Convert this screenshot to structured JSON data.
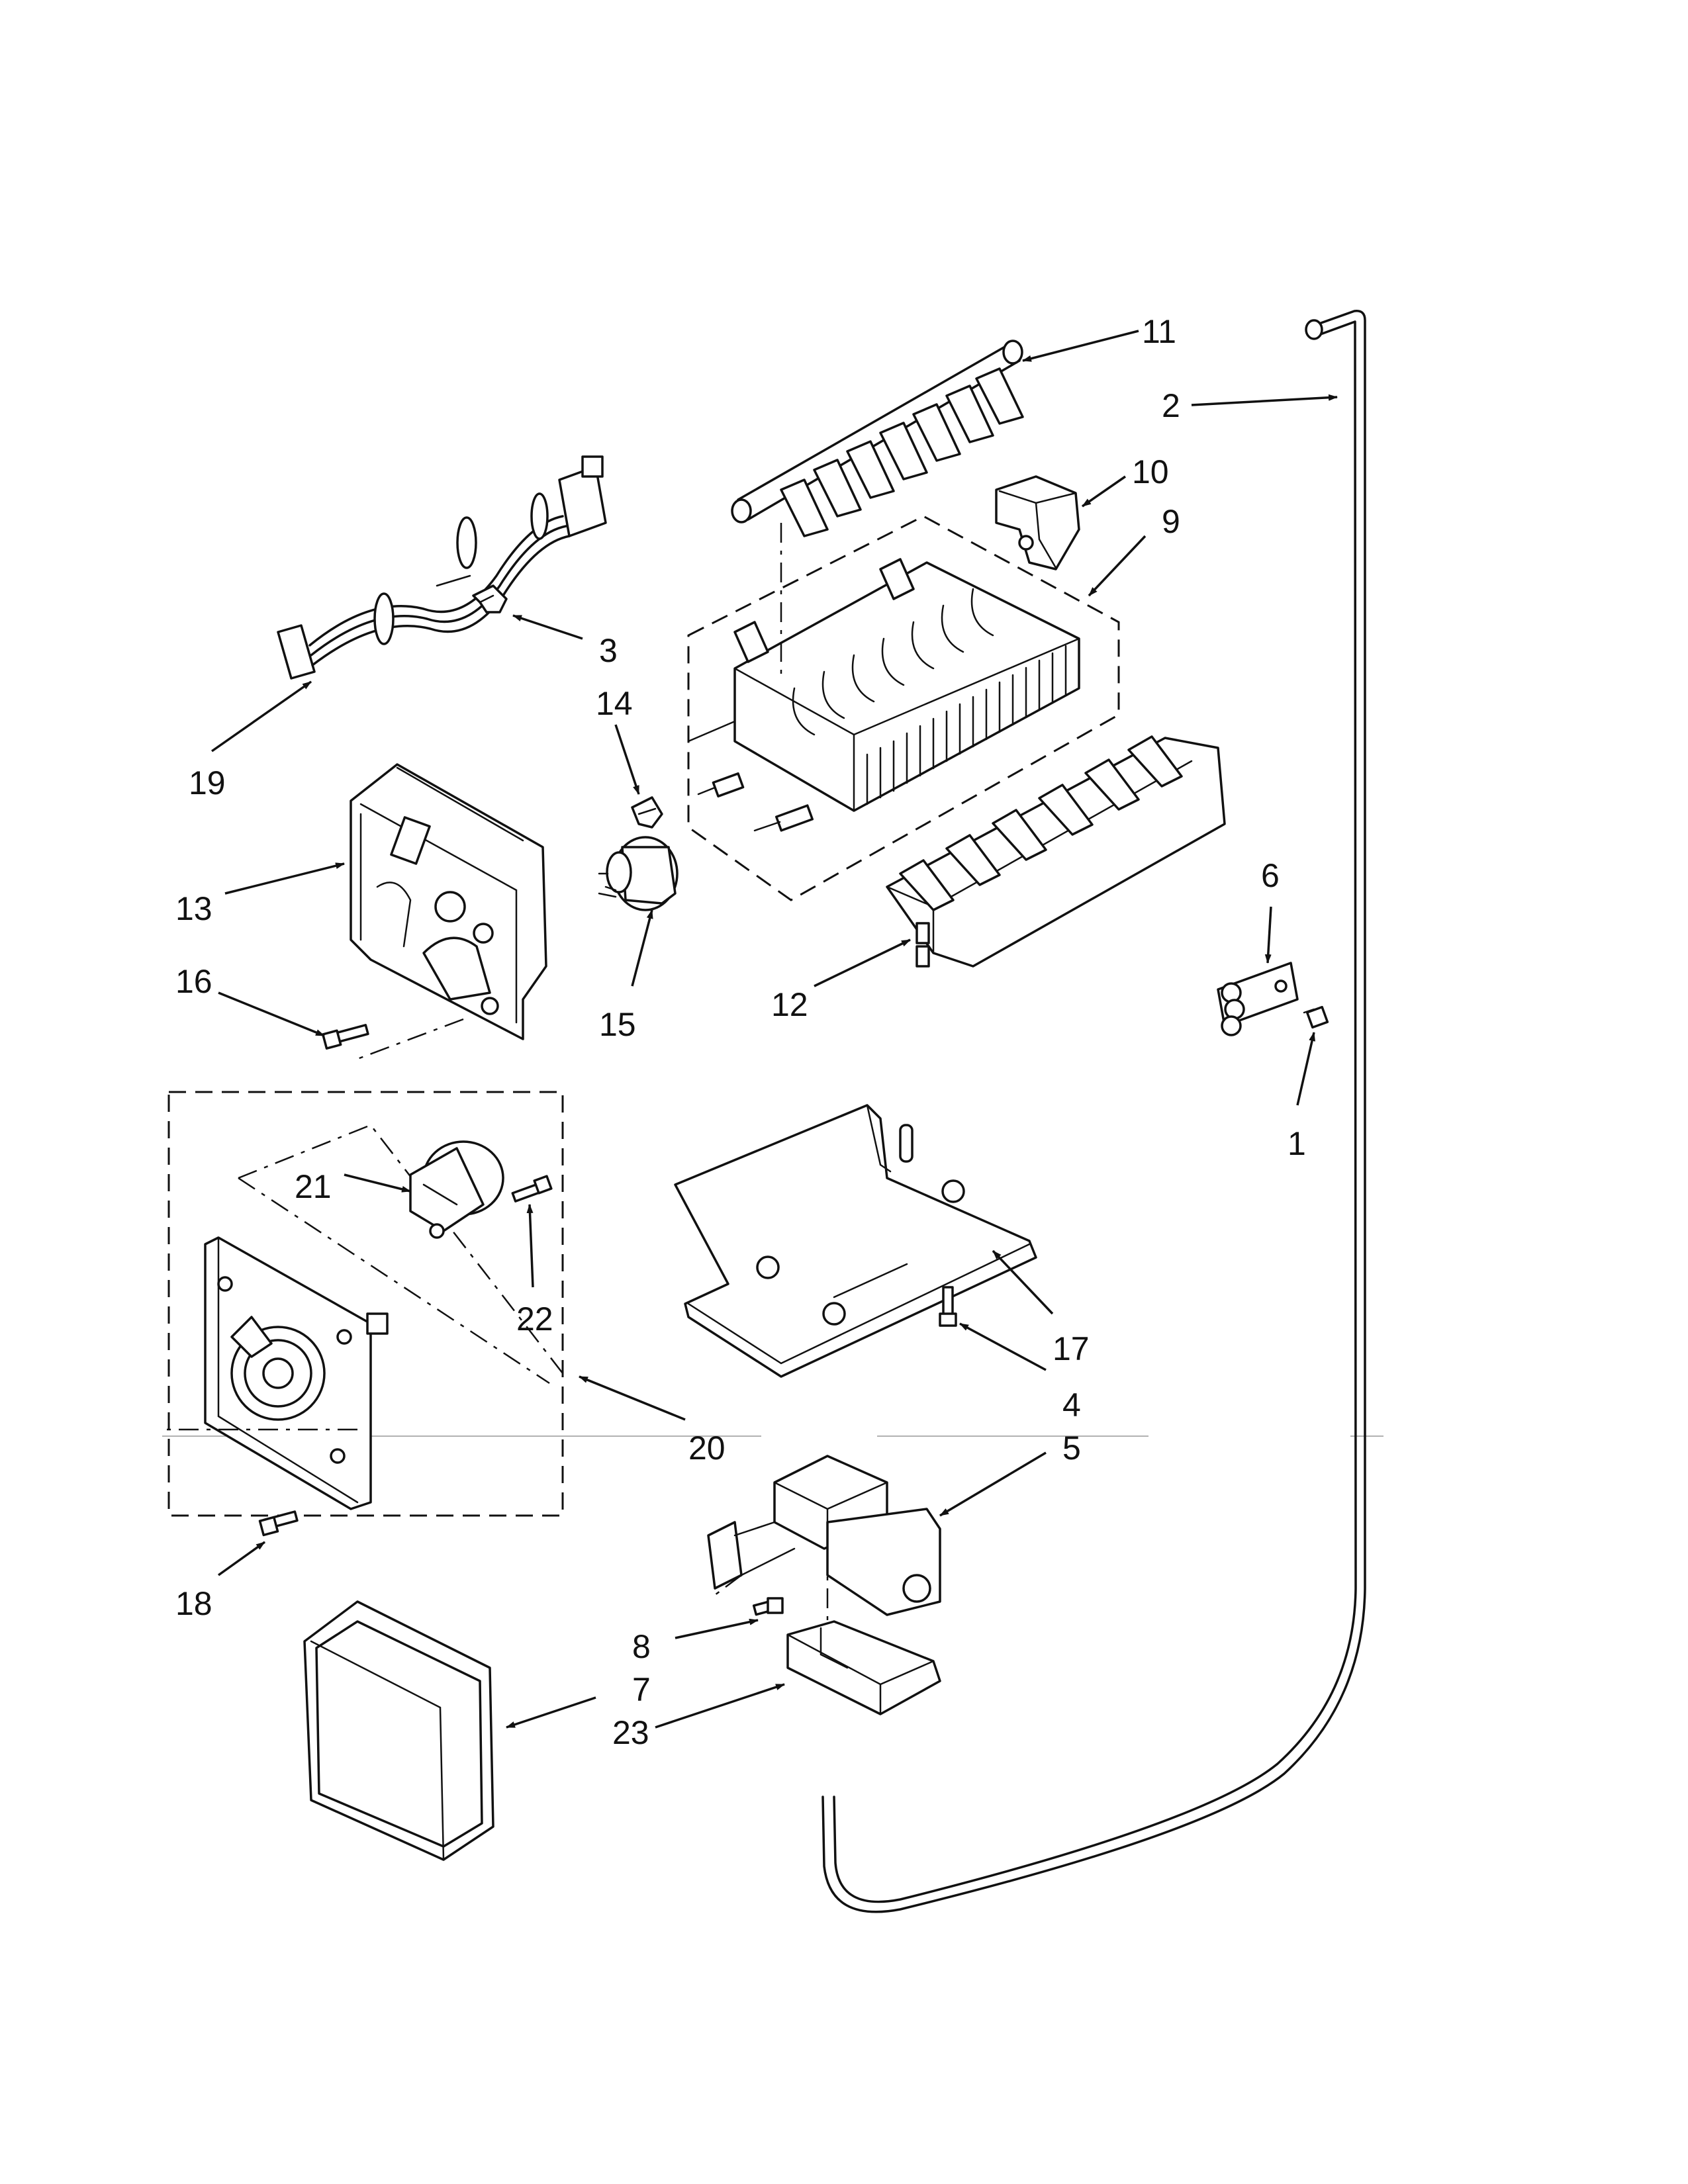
{
  "diagram": {
    "type": "exploded parts diagram",
    "callouts": [
      {
        "id": "c1",
        "label": "1"
      },
      {
        "id": "c2",
        "label": "2"
      },
      {
        "id": "c3",
        "label": "3"
      },
      {
        "id": "c4",
        "label": "4"
      },
      {
        "id": "c5",
        "label": "5"
      },
      {
        "id": "c6",
        "label": "6"
      },
      {
        "id": "c7",
        "label": "7"
      },
      {
        "id": "c8",
        "label": "8"
      },
      {
        "id": "c9",
        "label": "9"
      },
      {
        "id": "c10",
        "label": "10"
      },
      {
        "id": "c11",
        "label": "11"
      },
      {
        "id": "c12",
        "label": "12"
      },
      {
        "id": "c13",
        "label": "13"
      },
      {
        "id": "c14",
        "label": "14"
      },
      {
        "id": "c15",
        "label": "15"
      },
      {
        "id": "c16",
        "label": "16"
      },
      {
        "id": "c17",
        "label": "17"
      },
      {
        "id": "c18",
        "label": "18"
      },
      {
        "id": "c19",
        "label": "19"
      },
      {
        "id": "c20",
        "label": "20"
      },
      {
        "id": "c21",
        "label": "21"
      },
      {
        "id": "c22",
        "label": "22"
      },
      {
        "id": "c23",
        "label": "23"
      }
    ]
  }
}
